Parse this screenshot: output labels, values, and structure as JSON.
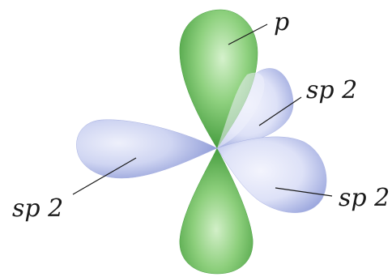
{
  "labels": {
    "p": "p",
    "sp2_upper_right": "sp 2",
    "sp2_left": "sp 2",
    "sp2_lower_right": "sp 2"
  },
  "colors": {
    "p_orbital_dark": "#3f9b3a",
    "p_orbital_light": "#c9ecc0",
    "sp2_orbital_dark": "#8e9ad8",
    "sp2_orbital_light": "#eef0fb",
    "leader_line": "#1a1a1a"
  }
}
